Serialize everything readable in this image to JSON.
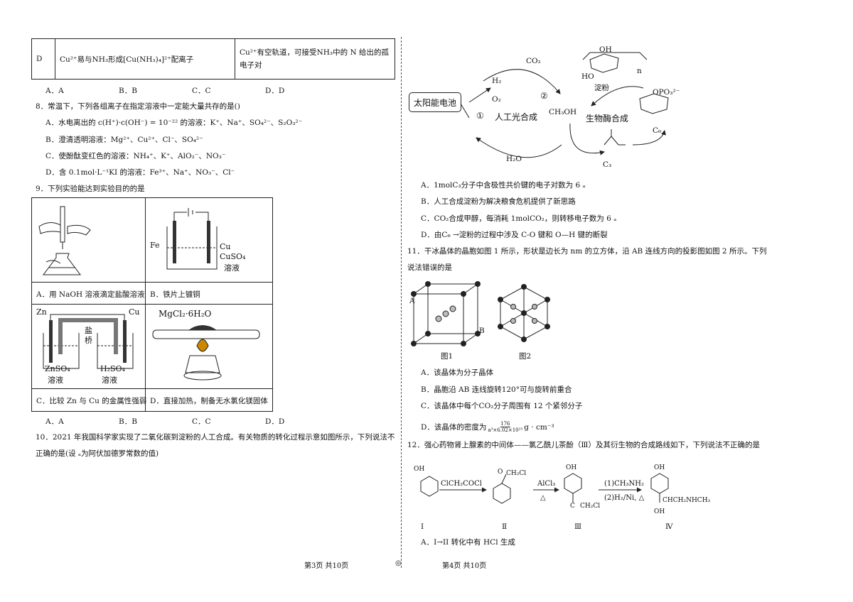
{
  "left": {
    "tableD": {
      "letter": "D",
      "desc": "Cu²⁺易与NH₃形成[Cu(NH₃)₄]²⁺配离子",
      "reason": "Cu²⁺有空轨道，可接受NH₃中的 N 给出的孤电子对"
    },
    "opts_prev": [
      "A．A",
      "B．B",
      "C．C",
      "D．D"
    ],
    "q8": {
      "stem": "8．常温下，下列各组离子在指定溶液中一定能大量共存的是()",
      "A": "A．水电离出的 c(H⁺)·c(OH⁻) = 10⁻²² 的溶液：K⁺、Na⁺、SO₄²⁻、S₂O₃²⁻",
      "B": "B．澄清透明溶液：Mg²⁺、Cu²⁺、Cl⁻、SO₄²⁻",
      "C": "C．使酚酞变红色的溶液：NH₄⁺、K⁺、AlO₂⁻、NO₃⁻",
      "D": "D．含 0.1mol·L⁻¹KI 的溶液：Fe³⁺、Na⁺、NO₃⁻、Cl⁻"
    },
    "q9": {
      "stem": "9．下列实验能达到实验目的的是",
      "capA": "A．用 NaOH 溶液滴定盐酸溶液",
      "capB": "B．铁片上镀铜",
      "capC": "C．比较 Zn 与 Cu 的金属性强弱",
      "capD": "D．直接加热，制备无水氯化镁固体",
      "labelFe": "Fe",
      "labelCu": "Cu",
      "labelCuSO4": "CuSO₄",
      "labelSol": "溶液",
      "labelZn": "Zn",
      "labelCu2": "Cu",
      "labelBridge1": "盐",
      "labelBridge2": "桥",
      "labelZnSO4": "ZnSO₄",
      "labelH2SO4": "H₂SO₄",
      "labelSolA": "溶液",
      "labelSolB": "溶液",
      "labelMg": "MgCl₂·6H₂O"
    },
    "opts_q9": [
      "A．A",
      "B．B",
      "C．C",
      "D．D"
    ],
    "q10": {
      "line1": "10．2021 年我国科学家实现了二氧化碳到淀粉的人工合成。有关物质的转化过程示意如图所示，下列说法不",
      "line2": "正确的是(设 ₐ为阿伏加德罗常数的值)"
    },
    "footer": "第3页  共10页"
  },
  "right": {
    "diagram": {
      "solar": "太阳能电池",
      "h2": "H₂",
      "o2": "O₂",
      "co2": "CO₂",
      "c1": "①",
      "c2": "②",
      "artificial": "人工光合成",
      "ch3oh": "CH₃OH",
      "h2o": "H₂O",
      "bio": "生物酶合成",
      "starch": "淀粉",
      "c3": "C₃",
      "c6": "C₆",
      "opo3": "OPO₃²⁻",
      "oh": "OH",
      "ho": "HO",
      "n": "n"
    },
    "q10opts": {
      "A": "A．1molC₃分子中含极性共价键的电子对数为 6 ₐ",
      "B": "B．人工合成淀粉为解决粮食危机提供了新思路",
      "C": "C．CO₂合成甲醇，每消耗 1molCO₂，则转移电子数为 6 ₐ",
      "D": "D．由C₆ →淀粉的过程中涉及 C-O 键和 O—H 键的断裂"
    },
    "q11": {
      "line1": "11．干冰晶体的晶胞如图 1 所示，形状是边长为  nm 的立方体，沿 AB 连线方向的投影图如图 2 所示。下列",
      "line2": "说法错误的是",
      "fig1": "图1",
      "fig2": "图2",
      "labA": "A",
      "labB": "B",
      "A": "A．该晶体为分子晶体",
      "B": "B．晶胞沿 AB 连线旋转120°可与旋转前重合",
      "C": "C．该晶体中每个CO₂分子周围有 12 个紧邻分子",
      "D": "D．该晶体的密度为",
      "frac_num": "176",
      "frac_den": "a³×6.02×10²³",
      "unit": "g · cm⁻³"
    },
    "q12": {
      "stem": "12．强心药物肾上腺素的中间体——氯乙酰儿茶酚（Ⅲ）及其衍生物的合成路线如下，下列说法不正确的是",
      "r1": "ClCH₂COCl",
      "r2": "AlCl₃",
      "r2b": "△",
      "r3": "(1)CH₃NH₂",
      "r3b": "(2)H₂/Ni, △",
      "l1": "Ⅰ",
      "l2": "Ⅱ",
      "l3": "Ⅲ",
      "l4": "Ⅳ",
      "oh": "OH",
      "ch2cl": "CH₂Cl",
      "o": "O",
      "c": "C",
      "side4": "CHCH₂NHCH₃",
      "A": "A．I→II 转化中有 HCl 生成"
    },
    "footer": "第4页  共10页",
    "center_mark": "◎"
  }
}
